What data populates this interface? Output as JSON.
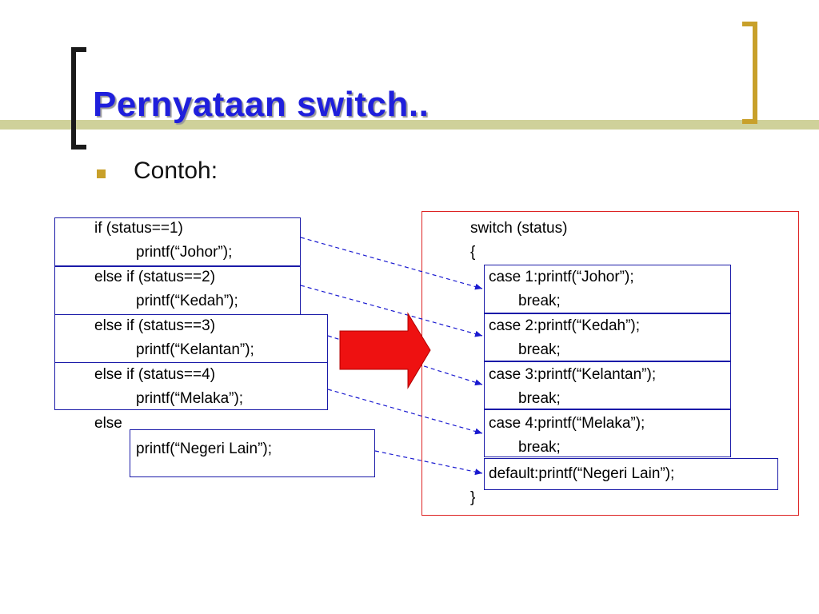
{
  "slide": {
    "title": "Pernyataan switch..",
    "bullet": "Contoh:",
    "colors": {
      "title": "#1f1fdc",
      "bracket_dark": "#1a1a1a",
      "bracket_gold": "#c8a02a",
      "title_bar": "#cfd19a",
      "box_border": "#1a1aa8",
      "outer_box_border": "#dd2222",
      "arrow": "#ee1111",
      "connector": "#1a1ad0"
    }
  },
  "if_code": {
    "line1": "if (status==1)",
    "line2": "printf(“Johor”);",
    "line3": "else if (status==2)",
    "line4": "printf(“Kedah”);",
    "line5": "else if (status==3)",
    "line6": "printf(“Kelantan”);",
    "line7": "else if (status==4)",
    "line8": "printf(“Melaka”);",
    "line9": "else",
    "line10": "printf(“Negeri Lain”);"
  },
  "switch_code": {
    "head": "switch (status)",
    "open": "{",
    "case1": "case 1:printf(“Johor”);",
    "case2": "case 2:printf(“Kedah”);",
    "case3": "case 3:printf(“Kelantan”);",
    "case4": "case 4:printf(“Melaka”);",
    "break": "break;",
    "default": "default:printf(“Negeri Lain”);",
    "close": "}"
  }
}
